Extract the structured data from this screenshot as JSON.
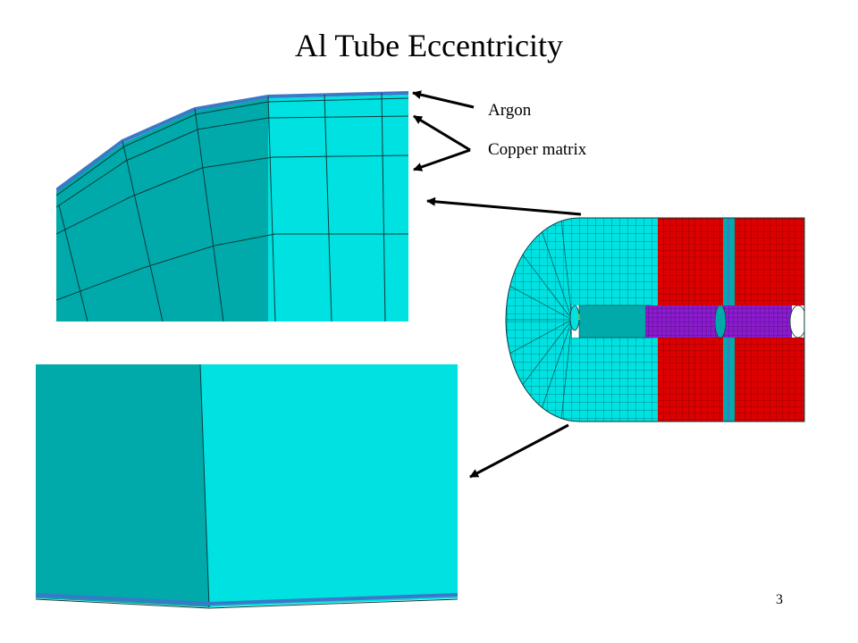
{
  "slide": {
    "title": "Al Tube Eccentricity",
    "page_number": "3"
  },
  "labels": {
    "argon": "Argon",
    "copper_matrix": "Copper matrix"
  },
  "colors": {
    "mesh_cyan": "#00e1e1",
    "mesh_cyan_dark": "#00aaaa",
    "argon_layer": "#3a78c8",
    "coil_red": "#dd0000",
    "tube_purple": "#8a1ccc",
    "mesh_line": "#0b3a3a"
  }
}
